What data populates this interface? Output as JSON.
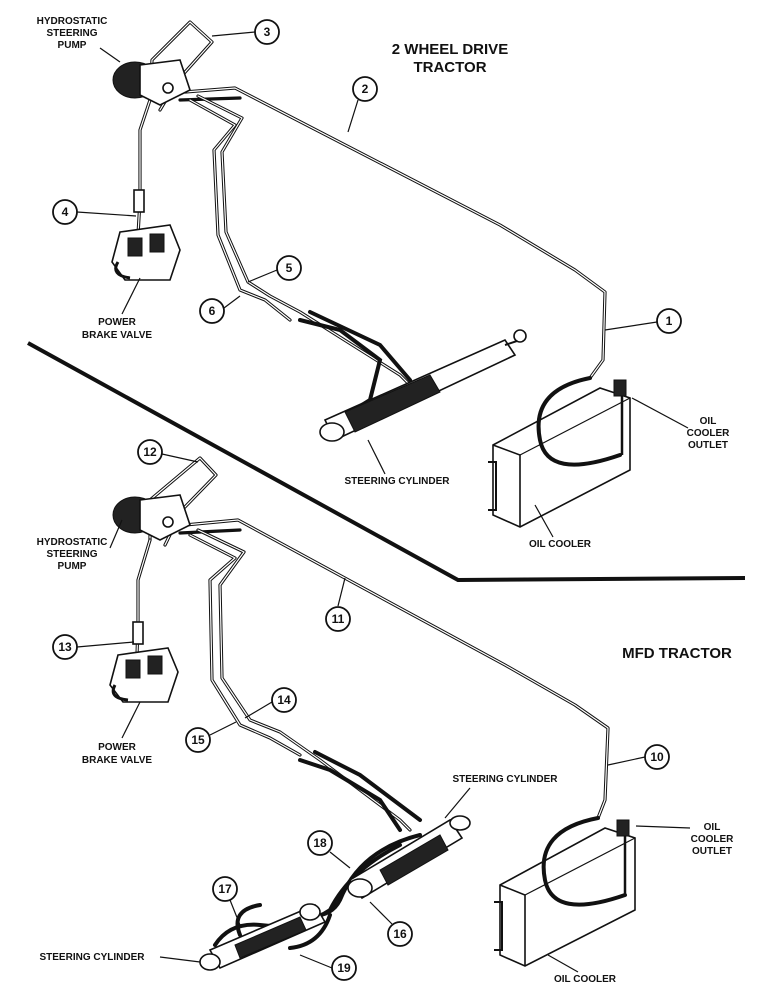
{
  "sections": {
    "top_title_line1": "2 WHEEL DRIVE",
    "top_title_line2": "TRACTOR",
    "bottom_title": "MFD TRACTOR"
  },
  "labels": {
    "pump_line1": "HYDROSTATIC",
    "pump_line2": "STEERING",
    "pump_line3": "PUMP",
    "brake_line1": "POWER",
    "brake_line2": "BRAKE VALVE",
    "steering_cylinder": "STEERING CYLINDER",
    "oil_cooler": "OIL COOLER",
    "outlet_line1": "OIL",
    "outlet_line2": "COOLER",
    "outlet_line3": "OUTLET"
  },
  "callouts": {
    "c1": "1",
    "c2": "2",
    "c3": "3",
    "c4": "4",
    "c5": "5",
    "c6": "6",
    "c10": "10",
    "c11": "11",
    "c12": "12",
    "c13": "13",
    "c14": "14",
    "c15": "15",
    "c16": "16",
    "c17": "17",
    "c18": "18",
    "c19": "19"
  },
  "colors": {
    "ink": "#111111",
    "paper": "#ffffff"
  }
}
